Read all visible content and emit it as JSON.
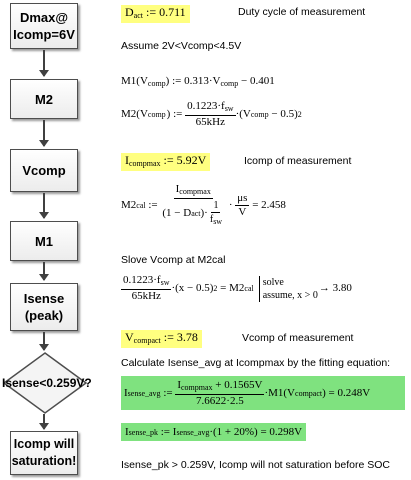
{
  "flowchart": {
    "box1": "Dmax@\nIcomp=6V",
    "box2": "M2",
    "box3": "Vcomp",
    "box4": "M1",
    "box5": "Isense\n(peak)",
    "decision": "Isense<0.259V?",
    "box6": "Icomp will\nsaturation!"
  },
  "worksheet": {
    "dact": {
      "sym": "D",
      "sub": "act",
      "assign": ":=",
      "val": "0.711",
      "note": "Duty cycle of measurement"
    },
    "assume": "Assume 2V<Vcomp<4.5V",
    "m1": {
      "lhs": "M1(V",
      "sub": "comp",
      "rhs": ") := 0.313·V",
      "sub2": "comp",
      "tail": "− 0.401"
    },
    "m2": {
      "lhs": "M2(V",
      "sub": "comp",
      "assign": ") :=",
      "num": "0.1223·f",
      "num_sub": "sw",
      "den": "65kHz",
      "mult": "·(V",
      "sub2": "comp",
      "tail": "− 0.5)",
      "exp": "2"
    },
    "icompmax": {
      "sym": "I",
      "sub": "compmax",
      "assign": ":=",
      "val": "5.92V",
      "note": "Icomp of measurement"
    },
    "m2cal": {
      "lhs": "M2",
      "sub": "cal",
      "assign": ":=",
      "num": "I",
      "num_sub": "compmax",
      "den_a": "(1 − D",
      "den_sub": "act",
      "den_b": ")·",
      "inner_num": "1",
      "inner_den": "f",
      "inner_den_sub": "sw",
      "unit_num": "μs",
      "unit_den": "V",
      "result": "= 2.458"
    },
    "solve_label": "Slove Vcomp at M2cal",
    "solve": {
      "num": "0.1223·f",
      "num_sub": "sw",
      "den": "65kHz",
      "mid": "·(x − 0.5)",
      "exp": "2",
      "eq": "= M2",
      "eq_sub": "cal",
      "kw1": "solve",
      "kw2": "assume, x > 0",
      "result": "→ 3.80"
    },
    "vcompact": {
      "sym": "V",
      "sub": "compact",
      "assign": ":=",
      "val": "3.78",
      "note": "Vcomp of measurement"
    },
    "calc_label": "Calculate Isense_avg at Icompmax by the fitting equation:",
    "isense_avg": {
      "lhs": "I",
      "sub": "sense_avg",
      "assign": ":=",
      "num_a": "I",
      "num_sub": "compmax",
      "num_b": "+ 0.1565V",
      "den": "7.6622·2.5",
      "mult": "·M1(V",
      "sub2": "compact",
      "tail": ")",
      "result": "= 0.248V"
    },
    "isense_pk": {
      "lhs": "I",
      "sub": "sense_pk",
      "assign": ":=",
      "a": "I",
      "a_sub": "sense_avg",
      "b": "·(1 + 20%)",
      "result": "= 0.298V"
    },
    "conclusion": "Isense_pk > 0.259V, Icomp will not saturation before SOC"
  },
  "colors": {
    "highlight_yellow": "#ffff80",
    "highlight_green": "#7fe27f",
    "box_border": "#4d4d4d"
  }
}
